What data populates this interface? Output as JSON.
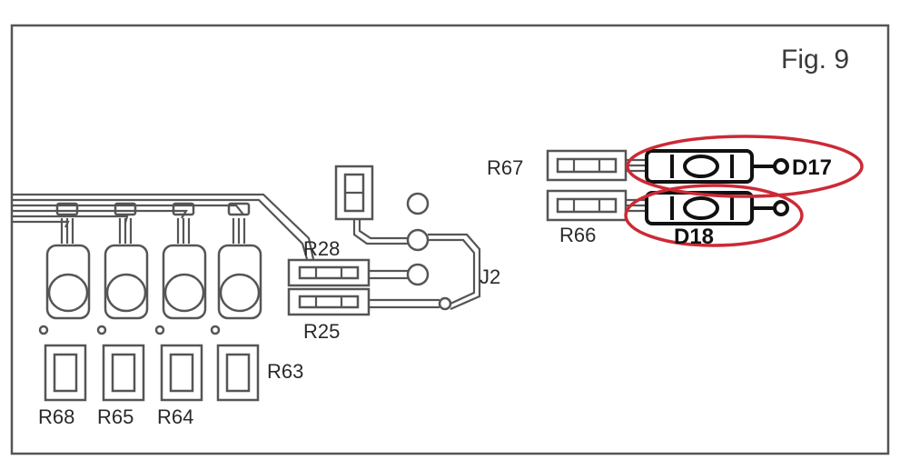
{
  "figure": {
    "label": "Fig. 9",
    "highlight_color": "#cc2a36",
    "labels": {
      "r67": "R67",
      "r66": "R66",
      "d17": "D17",
      "d18": "D18",
      "r28": "R28",
      "r25": "R25",
      "j2": "J2",
      "r63": "R63",
      "r68": "R68",
      "r65": "R65",
      "r64": "R64"
    }
  }
}
